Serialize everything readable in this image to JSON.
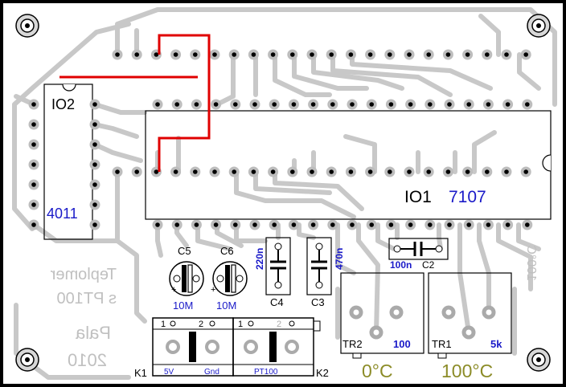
{
  "colors": {
    "board_bg": "#ffffff",
    "outline": "#000000",
    "copper": "#c8c8c8",
    "copper_text": "#c0c0c0",
    "wire": "#e00000",
    "label_blue": "#1a1ac8",
    "label_olive": "#8c8c28"
  },
  "chips": {
    "io1": {
      "name": "IO1",
      "part": "7107"
    },
    "io2": {
      "name": "IO2",
      "part": "4011"
    }
  },
  "capacitors": {
    "c5": {
      "ref": "C5",
      "value": "10M"
    },
    "c6": {
      "ref": "C6",
      "value": "10M"
    },
    "c4": {
      "ref": "C4",
      "value": "220n"
    },
    "c3": {
      "ref": "C3",
      "value": "470n"
    },
    "c2": {
      "ref": "C2",
      "value": "100n"
    }
  },
  "trimmers": {
    "tr2": {
      "ref": "TR2",
      "value": "100",
      "caption": "0°C"
    },
    "tr1": {
      "ref": "TR1",
      "value": "5k",
      "caption": "100°C"
    }
  },
  "connectors": {
    "k1": {
      "ref": "K1",
      "pin1": "1",
      "pin2": "2",
      "label_left": "5V",
      "label_right": "Gnd"
    },
    "k2": {
      "ref": "K2",
      "pin1": "1",
      "pin2": "2",
      "label": "PT100"
    }
  },
  "copper_text": {
    "line1": "Teplomer",
    "line2": "s PT100",
    "line3": "Pala",
    "line4": "2010",
    "side": "100°C"
  }
}
